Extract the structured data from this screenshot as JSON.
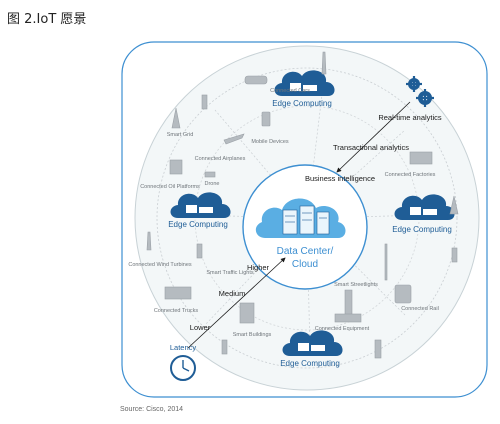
{
  "figure": {
    "title": "图 2.IoT 愿景",
    "source": "Source: Cisco, 2014"
  },
  "center": {
    "label_line1": "Data Center/",
    "label_line2": "Cloud"
  },
  "edge_nodes": [
    {
      "label": "Edge Computing"
    },
    {
      "label": "Edge Computing"
    },
    {
      "label": "Edge Computing"
    },
    {
      "label": "Edge Computing"
    }
  ],
  "analytics": {
    "realtime": "Real-time analytics",
    "transactional": "Transactional analytics",
    "business": "Business intelligence"
  },
  "latency": {
    "label": "Latency",
    "lower": "Lower",
    "medium": "Medium",
    "higher": "Higher"
  },
  "devices": [
    {
      "label": "Connected Cars"
    },
    {
      "label": "Smart Grid"
    },
    {
      "label": "Mobile Devices"
    },
    {
      "label": "Connected Airplanes"
    },
    {
      "label": "Connected Oil Platforms"
    },
    {
      "label": "Drone"
    },
    {
      "label": "Connected Factories"
    },
    {
      "label": "Connected Wind Turbines"
    },
    {
      "label": "Smart Traffic Lights"
    },
    {
      "label": "Smart Streetlights"
    },
    {
      "label": "Connected Trucks"
    },
    {
      "label": "Connected Rail"
    },
    {
      "label": "Smart Buildings"
    },
    {
      "label": "Connected Equipment"
    }
  ],
  "colors": {
    "ring_border": "#3d8fd1",
    "ring_fill": "#f3f7f8",
    "center_fill": "#ffffff",
    "cloud_dark": "#1f5d96",
    "cloud_light": "#5aaee3",
    "device_gray": "#9aa0a6",
    "text_dark": "#1b1b1b"
  }
}
